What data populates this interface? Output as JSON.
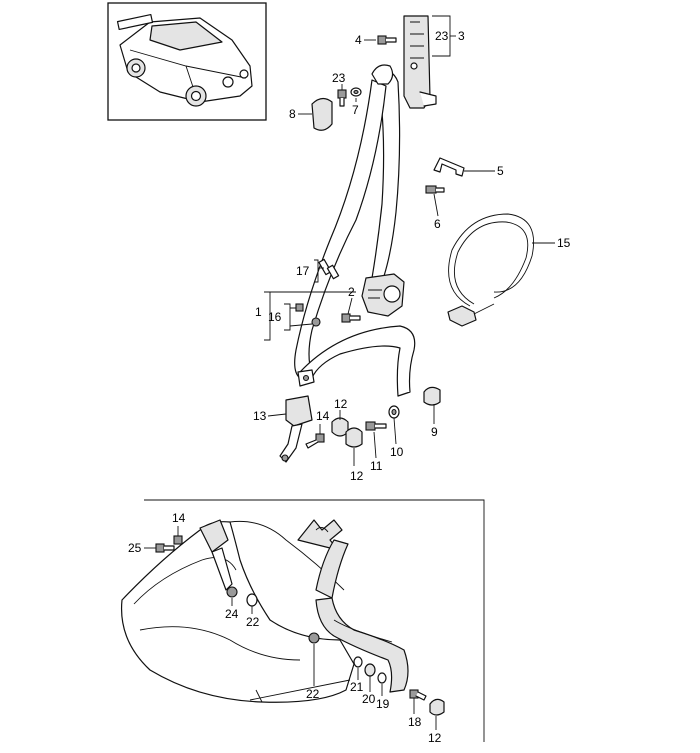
{
  "callouts": {
    "c1": "1",
    "c2": "2",
    "c3": "3",
    "c4": "4",
    "c5": "5",
    "c6": "6",
    "c7": "7",
    "c8": "8",
    "c9": "9",
    "c10": "10",
    "c11": "11",
    "c12a": "12",
    "c12b": "12",
    "c12c": "12",
    "c13": "13",
    "c14a": "14",
    "c14b": "14",
    "c15": "15",
    "c16": "16",
    "c17": "17",
    "c18": "18",
    "c19": "19",
    "c20": "20",
    "c21": "21",
    "c22a": "22",
    "c22b": "22",
    "c23a": "23",
    "c23b": "23",
    "c24": "24",
    "c25": "25"
  }
}
